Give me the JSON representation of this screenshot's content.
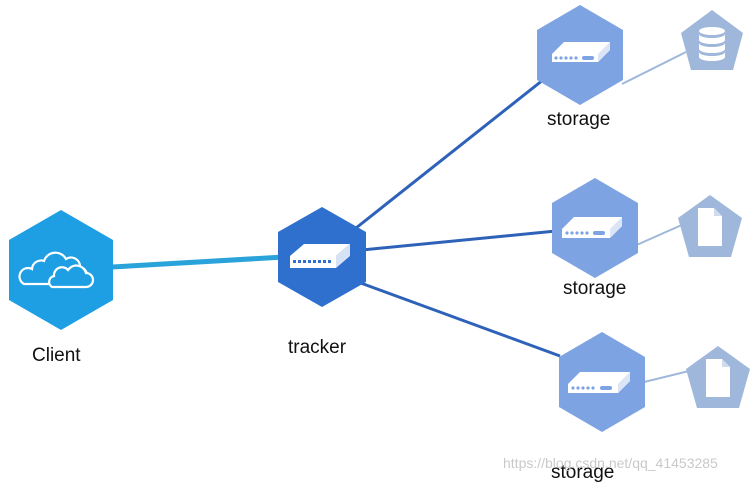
{
  "nodes": {
    "client": {
      "label": "Client"
    },
    "tracker": {
      "label": "tracker"
    },
    "storage_1": {
      "label": "storage",
      "attachment_icon": "database-icon"
    },
    "storage_2": {
      "label": "storage",
      "attachment_icon": "document-icon"
    },
    "storage_3": {
      "label": "storage",
      "attachment_icon": "document-icon"
    }
  },
  "watermark": "https://blog.csdn.net/qq_41453285",
  "colors": {
    "client_hex": "#1e9fe3",
    "tracker_hex": "#2f6fce",
    "storage_hex": "#7ea3e2",
    "attachment_hex": "#9fb7da",
    "edge_main": "#2e62b9",
    "edge_client": "#2aa3db",
    "edge_attachment": "#9fb7da"
  }
}
